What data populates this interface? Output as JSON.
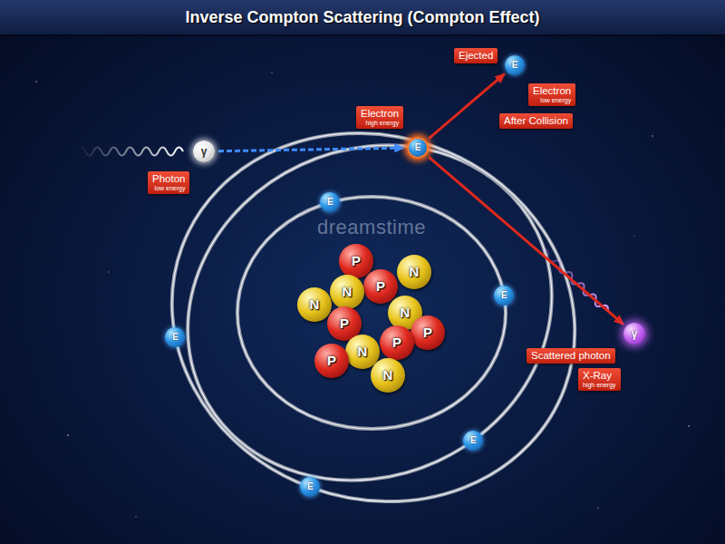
{
  "diagram": {
    "title": "Inverse Compton Scattering (Compton Effect)",
    "nodes": [
      {
        "text": [
          "Ejected"
        ]
      },
      {
        "text": [
          "E"
        ]
      },
      {
        "text": [
          "Electron",
          "low energy"
        ]
      },
      {
        "text": [
          "Electron",
          "high energy"
        ]
      },
      {
        "text": [
          "After Collision"
        ]
      },
      {
        "text": [
          "γ"
        ]
      },
      {
        "text": [
          "E"
        ]
      },
      {
        "text": [
          "Photon",
          "low energy"
        ]
      },
      {
        "text": [
          "E"
        ]
      },
      {
        "text": [
          "P"
        ]
      },
      {
        "text": [
          "N"
        ]
      },
      {
        "text": [
          "P"
        ]
      },
      {
        "text": [
          "N"
        ]
      },
      {
        "text": [
          "N"
        ]
      },
      {
        "text": [
          "N"
        ]
      },
      {
        "text": [
          "P"
        ]
      },
      {
        "text": [
          "P"
        ]
      },
      {
        "text": [
          "P"
        ]
      },
      {
        "text": [
          "N"
        ]
      },
      {
        "text": [
          "P"
        ]
      },
      {
        "text": [
          "N"
        ]
      },
      {
        "text": [
          "E"
        ]
      },
      {
        "text": [
          "γ"
        ]
      },
      {
        "text": [
          "E"
        ]
      },
      {
        "text": [
          "Scattered photon"
        ]
      },
      {
        "text": [
          "X-Ray",
          "high energy"
        ]
      },
      {
        "text": [
          "E"
        ]
      },
      {
        "text": [
          "E"
        ]
      }
    ],
    "edges": [
      {
        "from": 5,
        "to": 6,
        "arrow": "to"
      },
      {
        "from": 6,
        "to": 1,
        "arrow": "to"
      },
      {
        "from": 6,
        "to": 22,
        "arrow": "to"
      }
    ],
    "labels": [
      "dreamstime"
    ]
  }
}
